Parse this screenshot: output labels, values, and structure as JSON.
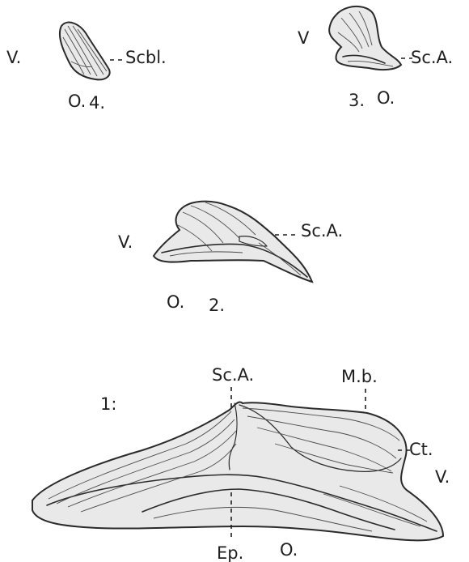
{
  "figures": [
    {
      "number": "1:",
      "labels": {
        "top_left": "Sc.A.",
        "top_right": "M.b.",
        "right": "Ct.",
        "far_right": "V.",
        "bottom_center": "Ep.",
        "bottom_right": "O."
      }
    },
    {
      "number": "2.",
      "labels": {
        "left": "V.",
        "right": "Sc.A.",
        "bottom_left": "O."
      }
    },
    {
      "number": "3.",
      "labels": {
        "left": "V",
        "right": "Sc.A.",
        "bottom": "O."
      }
    },
    {
      "number": "4.",
      "labels": {
        "left": "V.",
        "right": "Scbl.",
        "bottom": "O."
      }
    }
  ]
}
